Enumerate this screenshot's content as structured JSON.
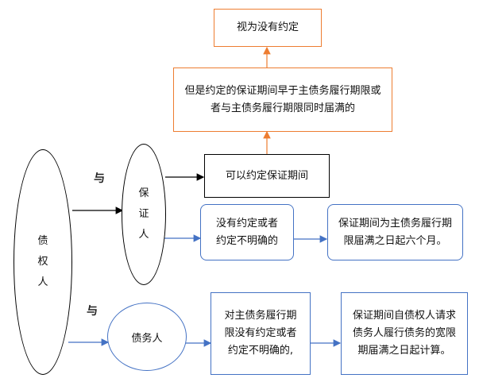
{
  "colors": {
    "orange": "#ed7d31",
    "blue": "#4472c4",
    "black": "#000000"
  },
  "nodes": {
    "creditor": "债权人",
    "guarantor": "保证人",
    "debtor": "债务人",
    "connector_top": "与",
    "connector_bottom": "与",
    "deemed_no_agreement": "视为没有约定",
    "condition_early": "但是约定的保证期间早于主债务履行期限或者与主债务履行期限同时届满的",
    "can_agree": "可以约定保证期间",
    "no_or_unclear": "没有约定或者约定不明确的",
    "six_months": "保证期间为主债务履行期限届满之日起六个月。",
    "debt_term_unclear": "对主债务履行期限没有约定或者约定不明确的,",
    "grace_period": "保证期间自债权人请求债务人履行债务的宽限期届满之日起计算。"
  }
}
